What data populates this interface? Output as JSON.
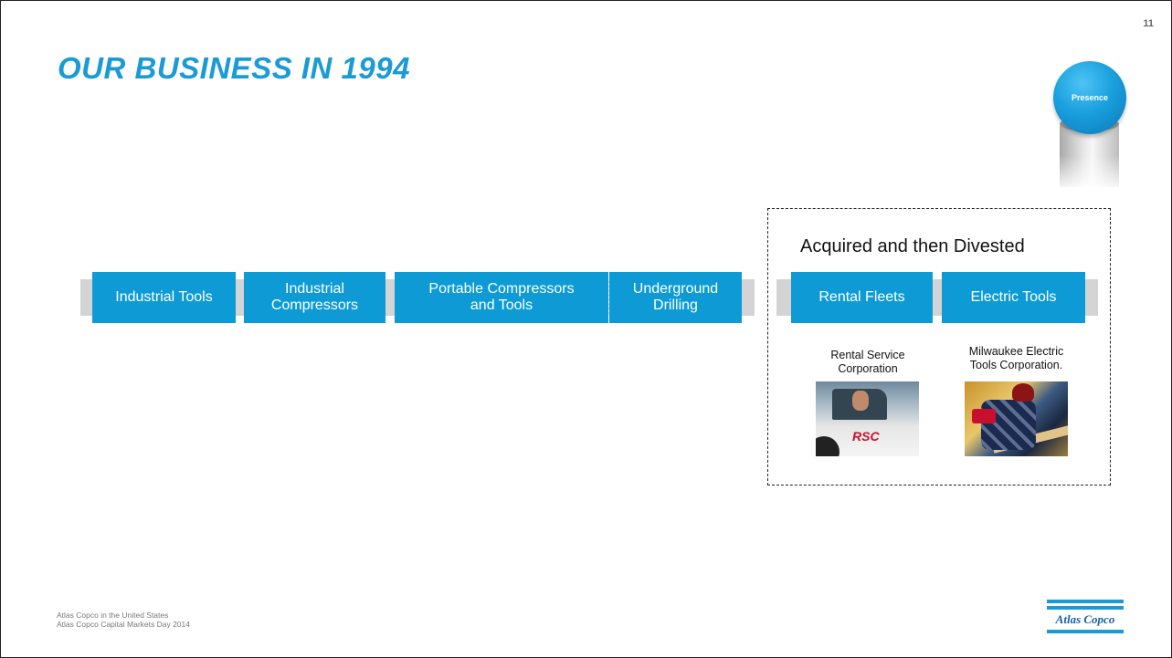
{
  "slide": {
    "page_number": "11",
    "title": "OUR BUSINESS IN 1994",
    "badge_label": "Presence"
  },
  "business_areas": [
    {
      "label": "Industrial Tools"
    },
    {
      "label": "Industrial\nCompressors"
    },
    {
      "label": "Portable Compressors\nand Tools"
    },
    {
      "label": "Underground\nDrilling"
    }
  ],
  "acquired": {
    "heading": "Acquired and then Divested",
    "areas": [
      {
        "label": "Rental Fleets",
        "caption": "Rental Service\nCorporation",
        "photo_logo": "RSC"
      },
      {
        "label": "Electric Tools",
        "caption": "Milwaukee Electric\nTools Corporation."
      }
    ]
  },
  "footer": {
    "line1": "Atlas Copco in the United States",
    "line2": "Atlas Copco Capital Markets Day 2014"
  },
  "brand": {
    "name": "Atlas Copco"
  },
  "colors": {
    "accent": "#0e9bd5",
    "title": "#1a9bd7",
    "bar": "#d4d4d4"
  }
}
